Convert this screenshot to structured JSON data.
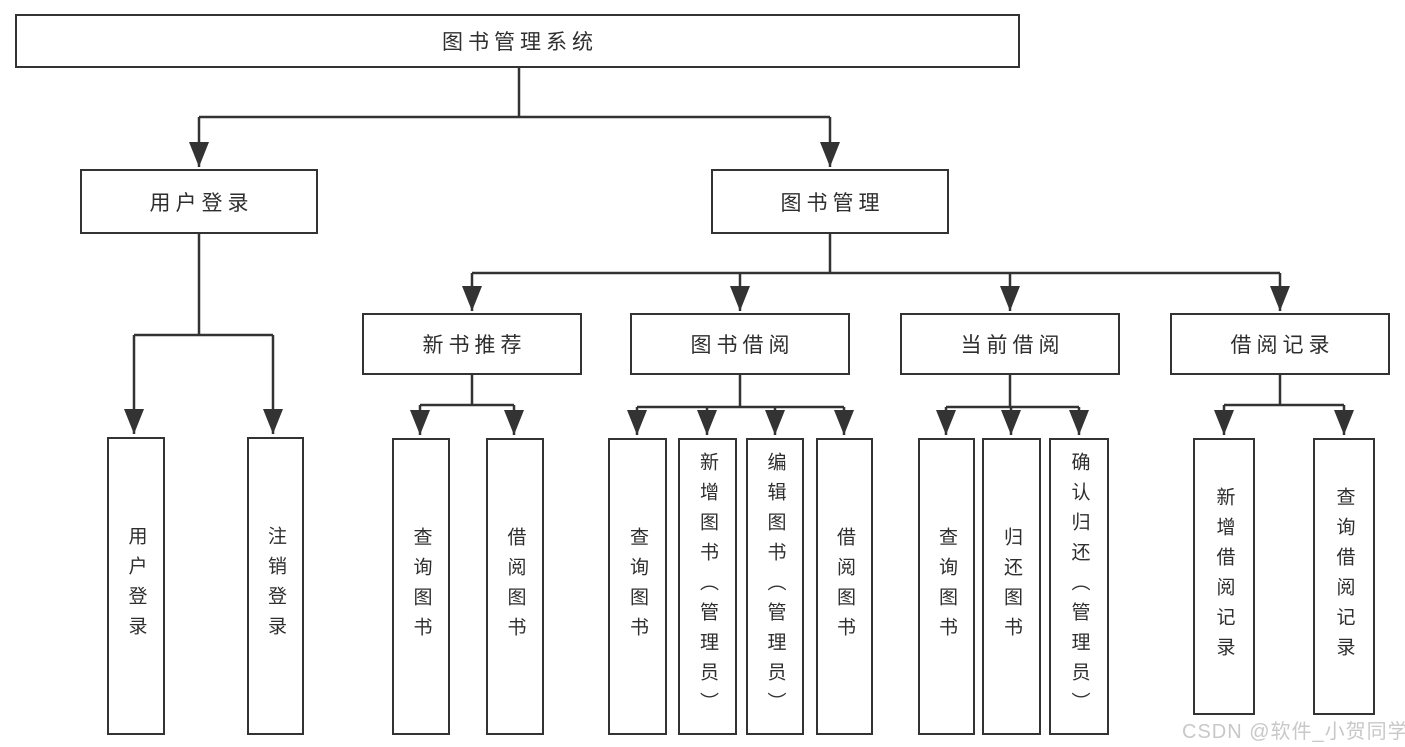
{
  "diagram_type": "hierarchy-tree",
  "root": {
    "label": "图书管理系统",
    "children": [
      {
        "label": "用户登录",
        "children": [
          {
            "label": "用户登录"
          },
          {
            "label": "注销登录"
          }
        ]
      },
      {
        "label": "图书管理",
        "children": [
          {
            "label": "新书推荐",
            "children": [
              {
                "label": "查询图书"
              },
              {
                "label": "借阅图书"
              }
            ]
          },
          {
            "label": "图书借阅",
            "children": [
              {
                "label": "查询图书"
              },
              {
                "label": "新增图书（管理员）"
              },
              {
                "label": "编辑图书（管理员）"
              },
              {
                "label": "借阅图书"
              }
            ]
          },
          {
            "label": "当前借阅",
            "children": [
              {
                "label": "查询图书"
              },
              {
                "label": "归还图书"
              },
              {
                "label": "确认归还（管理员）"
              }
            ]
          },
          {
            "label": "借阅记录",
            "children": [
              {
                "label": "新增借阅记录"
              },
              {
                "label": "查询借阅记录"
              }
            ]
          }
        ]
      }
    ]
  },
  "watermark": {
    "text": "CSDN @软件_小贺同学"
  },
  "colors": {
    "line": "#333333",
    "box_border": "#333333",
    "box_background": "#ffffff",
    "page_background": "#ffffff",
    "watermark": "#c8c8c8"
  }
}
